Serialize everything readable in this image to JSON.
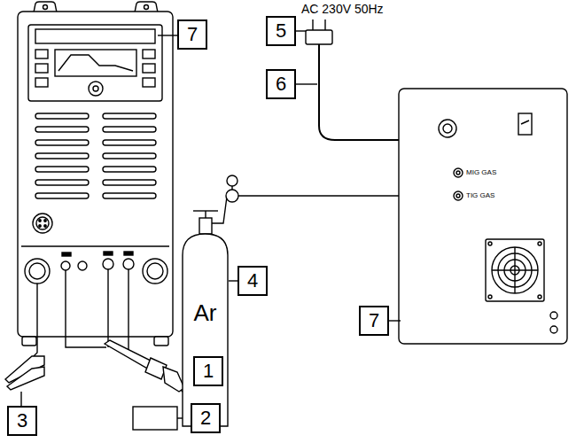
{
  "diagram": {
    "nodes": [
      {
        "text": [
          "7"
        ]
      },
      {
        "text": [
          "5"
        ]
      },
      {
        "text": [
          "6"
        ]
      },
      {
        "text": [
          "Ar"
        ]
      },
      {
        "text": [
          "4"
        ]
      },
      {
        "text": [
          "7"
        ]
      },
      {
        "text": [
          "1"
        ]
      },
      {
        "text": [
          "2"
        ]
      },
      {
        "text": [
          "3"
        ]
      }
    ],
    "edges": [
      {
        "from": 4,
        "to": 3,
        "arrow": "none"
      }
    ],
    "labels": [
      "AC 230V 50Hz",
      "MIG GAS",
      "TIG GAS"
    ]
  }
}
